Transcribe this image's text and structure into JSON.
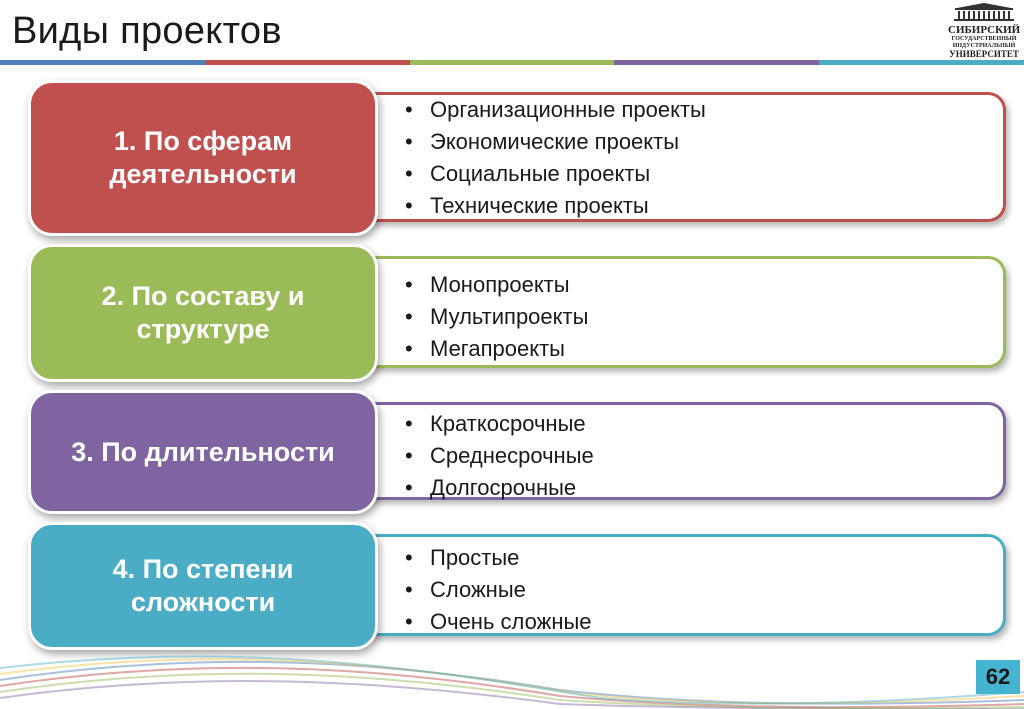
{
  "slide": {
    "title": "Виды проектов",
    "page_number": "62"
  },
  "logo": {
    "lines": [
      "СИБИРСКИЙ",
      "ГОСУДАРСТВЕННЫЙ",
      "ИНДУСТРИАЛЬНЫЙ",
      "УНИВЕРСИТЕТ"
    ]
  },
  "colors": {
    "red": "#c0504d",
    "green": "#9bbb59",
    "purple": "#8064a2",
    "blue": "#4bacc6",
    "stripe": [
      "#4f81bd",
      "#c0504d",
      "#9bbb59",
      "#8064a2",
      "#4bacc6"
    ]
  },
  "categories": [
    {
      "label": "1. По сферам деятельности",
      "color": "red",
      "items": [
        "Организационные проекты",
        "Экономические проекты",
        "Социальные проекты",
        "Технические проекты"
      ]
    },
    {
      "label": "2. По составу и структуре",
      "color": "green",
      "items": [
        "Монопроекты",
        "Мультипроекты",
        "Мегапроекты"
      ]
    },
    {
      "label": "3. По длительности",
      "color": "purple",
      "items": [
        "Краткосрочные",
        "Среднесрочные",
        "Долгосрочные"
      ]
    },
    {
      "label": "4. По степени сложности",
      "color": "blue",
      "items": [
        "Простые",
        "Сложные",
        "Очень сложные"
      ]
    }
  ]
}
